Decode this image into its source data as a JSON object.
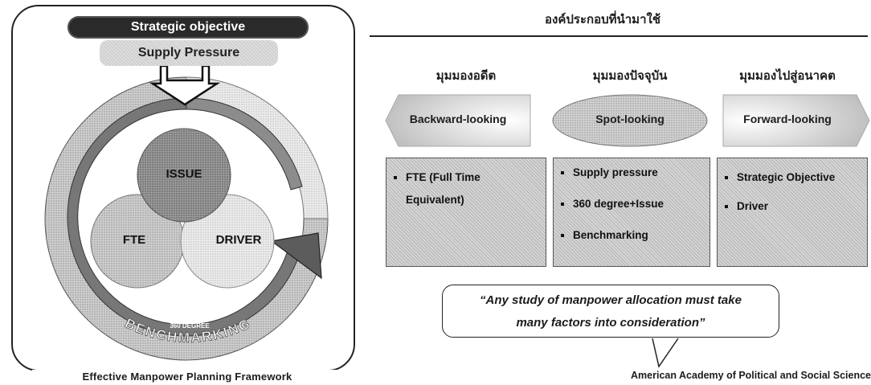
{
  "left_panel": {
    "strategic_objective": "Strategic objective",
    "supply_pressure": "Supply Pressure",
    "venn": {
      "issue": "ISSUE",
      "fte": "FTE",
      "driver": "DRIVER"
    },
    "ring_inner_label": "360 DEGREE",
    "ring_outer_label": "BENCHMARKING",
    "caption": "Effective Manpower Planning Framework"
  },
  "right_panel": {
    "title": "องค์ประกอบที่นำมาใช้",
    "columns": [
      {
        "perspective": "มุมมองอดีต",
        "looking": "Backward-looking",
        "items": [
          "FTE (Full Time Equivalent)"
        ]
      },
      {
        "perspective": "มุมมองปัจจุบัน",
        "looking": "Spot-looking",
        "items": [
          "Supply pressure",
          "360 degree+Issue",
          "Benchmarking"
        ]
      },
      {
        "perspective": "มุมมองไปสู่อนาคต",
        "looking": "Forward-looking",
        "items": [
          "Strategic Objective",
          "Driver"
        ]
      }
    ],
    "quote_line1": "“Any study of manpower allocation must take",
    "quote_line2": "many factors into consideration”",
    "source": "American Academy of Political and Social Science"
  },
  "colors": {
    "ink": "#1c1c1c",
    "pill": "#2a2a2a",
    "issue_circle": "#8f8f8f",
    "fte_circle": "#bdbdbd",
    "driver_circle": "#e6e6e6",
    "ring": "#c2c2c2"
  }
}
